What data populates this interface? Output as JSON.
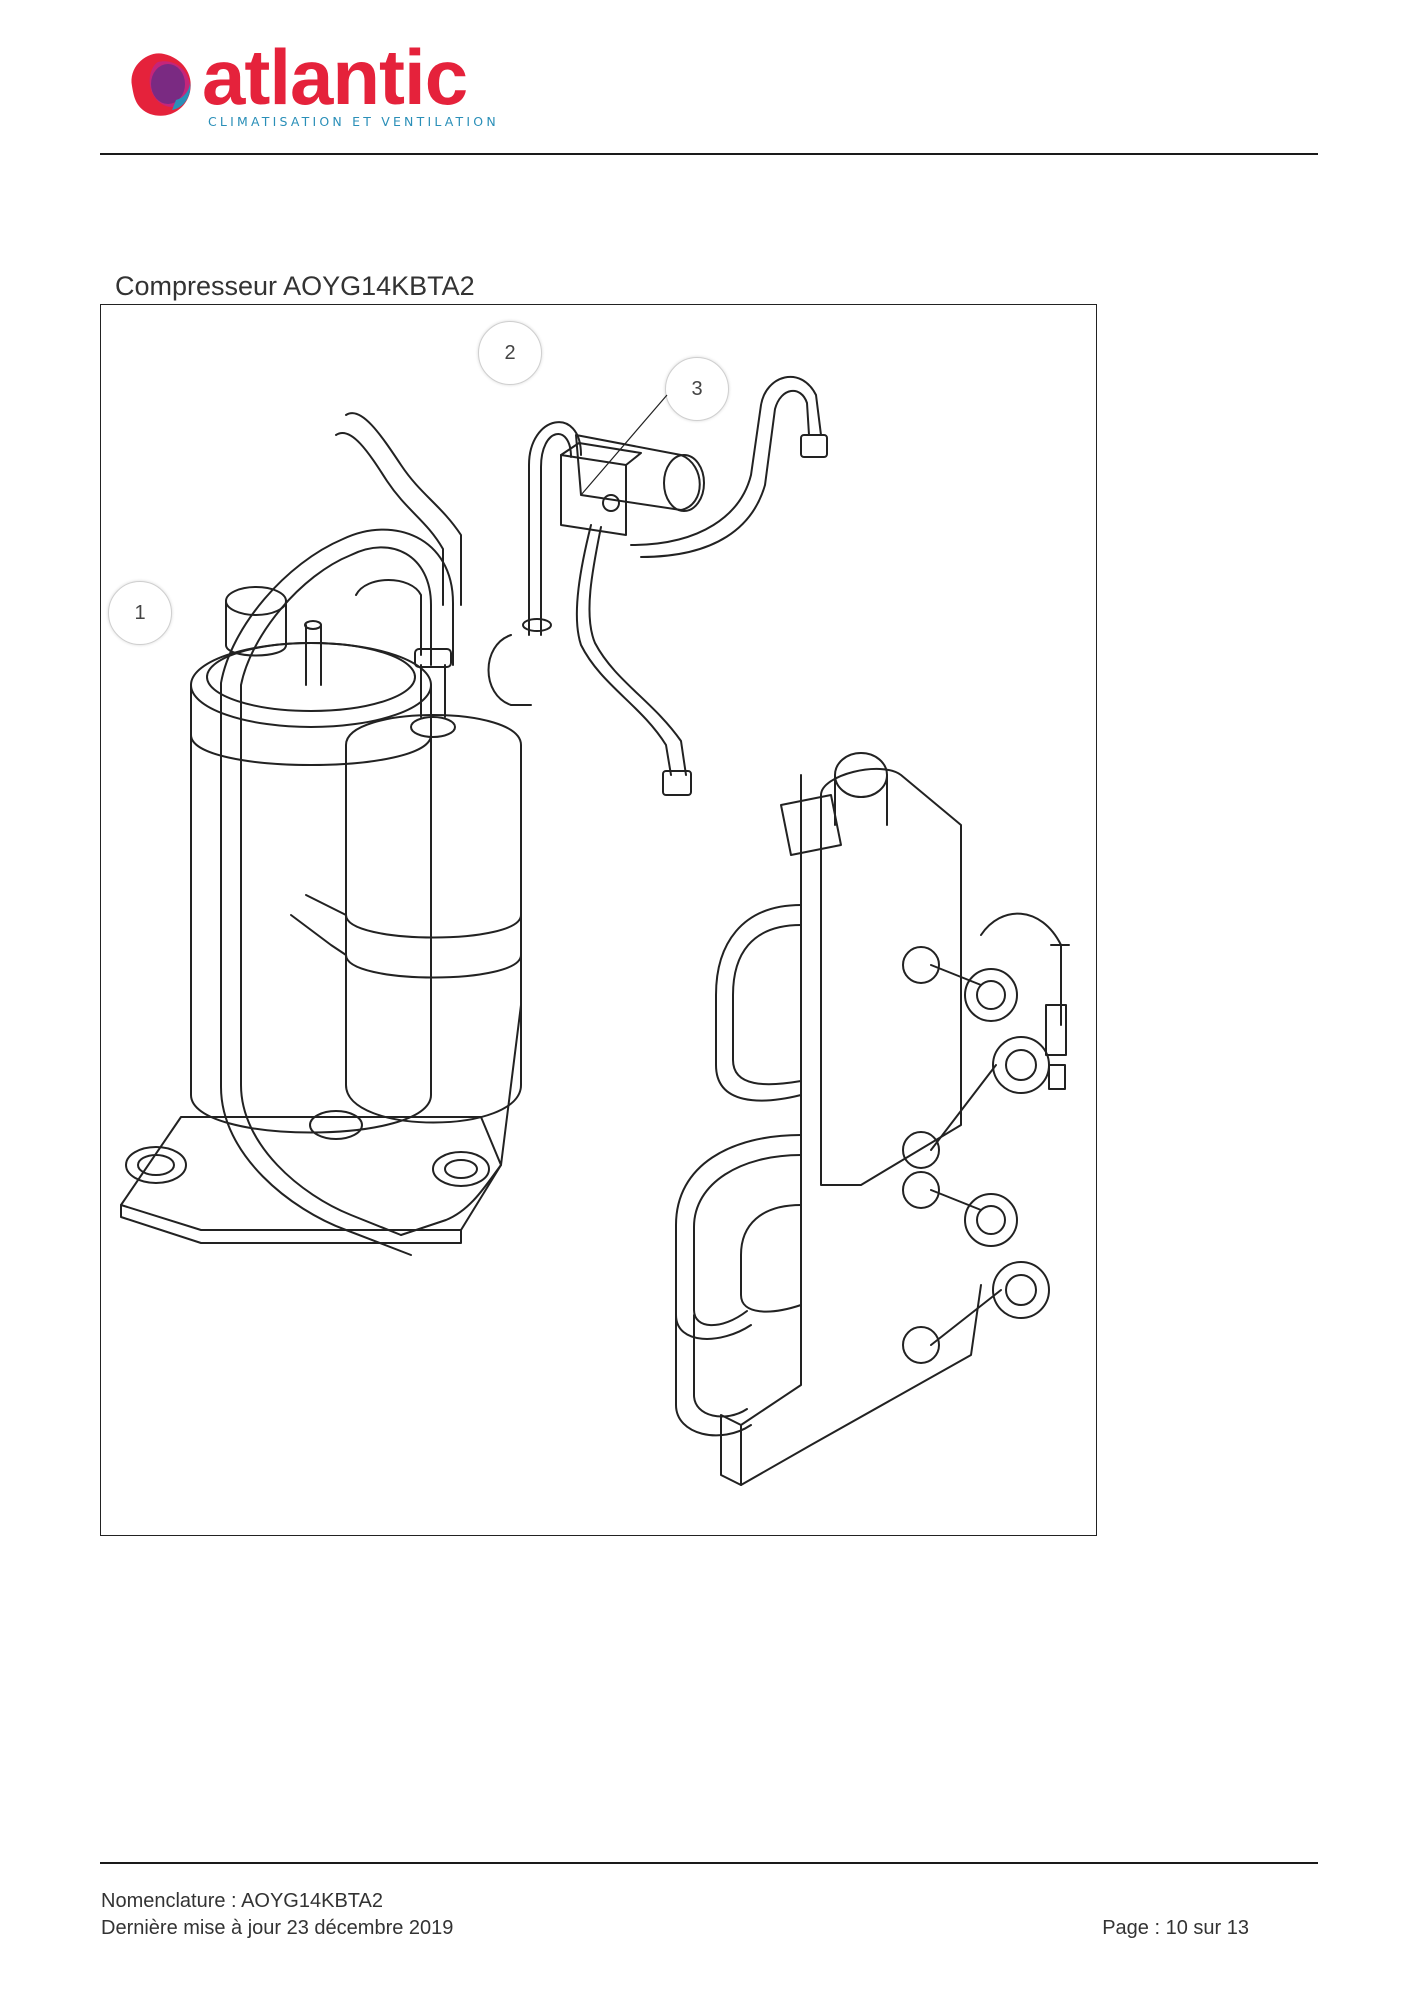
{
  "brand": {
    "name": "atlantic",
    "tagline": "CLIMATISATION ET VENTILATION",
    "colors": {
      "red": "#e5223b",
      "purple": "#7a2a82",
      "teal": "#2a8fb8",
      "magenta": "#c4257a"
    }
  },
  "section": {
    "title": "Compresseur AOYG14KBTA2"
  },
  "callouts": [
    {
      "number": "1"
    },
    {
      "number": "2"
    },
    {
      "number": "3"
    }
  ],
  "footer": {
    "nomenclature": "Nomenclature : AOYG14KBTA2",
    "updated": "Dernière mise à jour 23 décembre 2019",
    "page": "Page : 10 sur 13"
  }
}
